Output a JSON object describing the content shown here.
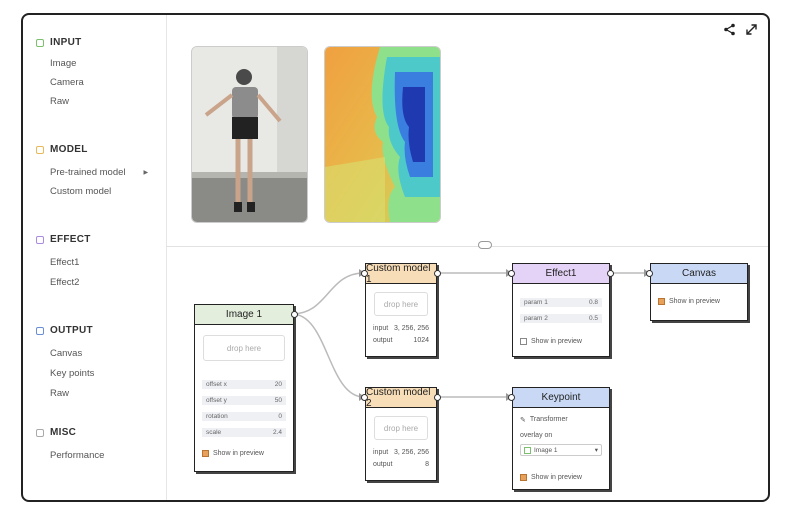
{
  "sidebar": {
    "sections": [
      {
        "title": "INPUT",
        "color": "#7cbf6e",
        "items": [
          "Image",
          "Camera",
          "Raw"
        ]
      },
      {
        "title": "MODEL",
        "color": "#e8b85a",
        "items": [
          "Pre-trained model",
          "Custom model"
        ]
      },
      {
        "title": "EFFECT",
        "color": "#a98be0",
        "items": [
          "Effect1",
          "Effect2"
        ]
      },
      {
        "title": "OUTPUT",
        "color": "#6a8ed6",
        "items": [
          "Canvas",
          "Key points",
          "Raw"
        ]
      },
      {
        "title": "MISC",
        "color": "#aaaaaa",
        "items": [
          "Performance"
        ]
      }
    ]
  },
  "toolbar": {
    "share_icon": "share-icon",
    "expand_icon": "expand-icon"
  },
  "nodes": {
    "image1": {
      "title": "Image 1",
      "color": "#e3eedd",
      "drop": "drop here",
      "params": [
        {
          "label": "offset x",
          "value": "20"
        },
        {
          "label": "offset y",
          "value": "50"
        },
        {
          "label": "rotation",
          "value": "0"
        },
        {
          "label": "scale",
          "value": "2.4"
        }
      ],
      "show_preview": "Show in preview"
    },
    "custom1": {
      "title": "Custom model 1",
      "color": "#f8deb8",
      "drop": "drop here",
      "input_label": "input",
      "input_value": "3, 256, 256",
      "output_label": "output",
      "output_value": "1024"
    },
    "custom2": {
      "title": "Custom model 2",
      "color": "#f8deb8",
      "drop": "drop here",
      "input_label": "input",
      "input_value": "3, 256, 256",
      "output_label": "output",
      "output_value": "8"
    },
    "effect1": {
      "title": "Effect1",
      "color": "#e4d3f6",
      "params": [
        {
          "label": "param 1",
          "value": "0.8"
        },
        {
          "label": "param 2",
          "value": "0.5"
        }
      ],
      "show_preview": "Show in preview"
    },
    "keypoint": {
      "title": "Keypoint",
      "color": "#c9d9f5",
      "transformer": "Transformer",
      "overlay_label": "overlay on",
      "overlay_value": "Image 1",
      "show_preview": "Show in preview"
    },
    "canvas": {
      "title": "Canvas",
      "color": "#c9d9f5",
      "show_preview": "Show in preview"
    }
  }
}
